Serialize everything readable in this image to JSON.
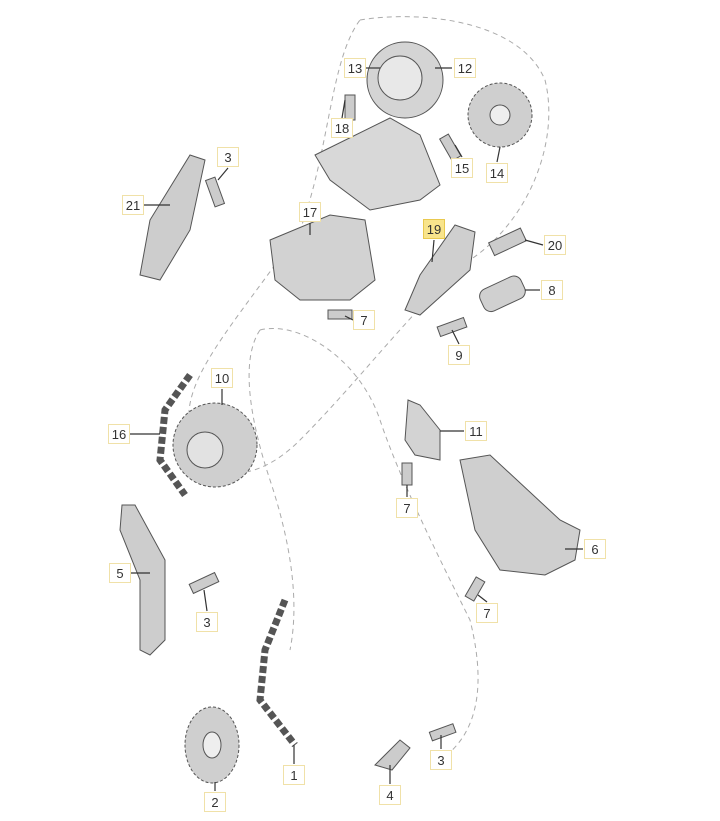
{
  "diagram": {
    "title": "Timing chain parts diagram",
    "highlight_color": "#f8e48c",
    "label_border_color": "#f0e1a8",
    "callouts": [
      {
        "id": "c13",
        "text": "13",
        "highlighted": false
      },
      {
        "id": "c12",
        "text": "12",
        "highlighted": false
      },
      {
        "id": "c18",
        "text": "18",
        "highlighted": false
      },
      {
        "id": "c15",
        "text": "15",
        "highlighted": false
      },
      {
        "id": "c14",
        "text": "14",
        "highlighted": false
      },
      {
        "id": "c3a",
        "text": "3",
        "highlighted": false
      },
      {
        "id": "c21",
        "text": "21",
        "highlighted": false
      },
      {
        "id": "c17",
        "text": "17",
        "highlighted": false
      },
      {
        "id": "c19",
        "text": "19",
        "highlighted": true
      },
      {
        "id": "c20",
        "text": "20",
        "highlighted": false
      },
      {
        "id": "c8",
        "text": "8",
        "highlighted": false
      },
      {
        "id": "c7a",
        "text": "7",
        "highlighted": false
      },
      {
        "id": "c9",
        "text": "9",
        "highlighted": false
      },
      {
        "id": "c10",
        "text": "10",
        "highlighted": false
      },
      {
        "id": "c16",
        "text": "16",
        "highlighted": false
      },
      {
        "id": "c11",
        "text": "11",
        "highlighted": false
      },
      {
        "id": "c7b",
        "text": "7",
        "highlighted": false
      },
      {
        "id": "c6",
        "text": "6",
        "highlighted": false
      },
      {
        "id": "c5",
        "text": "5",
        "highlighted": false
      },
      {
        "id": "c3b",
        "text": "3",
        "highlighted": false
      },
      {
        "id": "c7c",
        "text": "7",
        "highlighted": false
      },
      {
        "id": "c1",
        "text": "1",
        "highlighted": false
      },
      {
        "id": "c3c",
        "text": "3",
        "highlighted": false
      },
      {
        "id": "c4",
        "text": "4",
        "highlighted": false
      },
      {
        "id": "c2",
        "text": "2",
        "highlighted": false
      }
    ]
  }
}
